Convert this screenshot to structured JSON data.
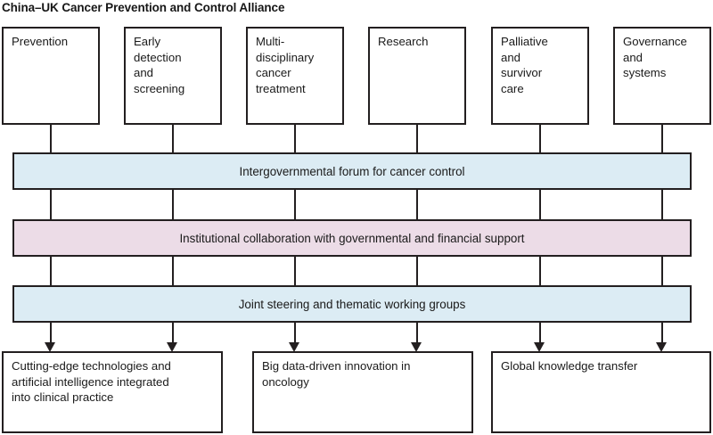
{
  "figure": {
    "title": "China–UK Cancer Prevention and Control Alliance",
    "type": "flow-diagram",
    "colors": {
      "bar_blue": "#dcecf4",
      "bar_pink": "#ecdce7",
      "outline": "#231f20",
      "background": "#ffffff",
      "text": "#1a1a1a"
    }
  },
  "pillars": {
    "label": "Top-level alliance pillars",
    "items": [
      {
        "id": "prevention",
        "text": "Prevention"
      },
      {
        "id": "early-detection",
        "text": "Early\ndetection\nand\nscreening"
      },
      {
        "id": "mdt-treatment",
        "text": "Multi-\ndisciplinary\ncancer\ntreatment"
      },
      {
        "id": "research",
        "text": "Research"
      },
      {
        "id": "palliative-care",
        "text": "Palliative\nand\nsurvivor\ncare"
      },
      {
        "id": "governance",
        "text": "Governance\nand\nsystems"
      }
    ]
  },
  "mechanisms": {
    "label": "Shared delivery mechanisms",
    "items": [
      {
        "id": "intergov-forum",
        "text": "Intergovernmental forum for cancer control",
        "color": "blue"
      },
      {
        "id": "institutional-collab",
        "text": "Institutional collaboration with governmental and financial support",
        "color": "pink"
      },
      {
        "id": "joint-steering",
        "text": "Joint steering and thematic working groups",
        "color": "blue"
      }
    ]
  },
  "outcomes": {
    "label": "Expected outputs",
    "items": [
      {
        "id": "ai-clinical-practice",
        "text": "Cutting-edge technologies and\nartificial intelligence integrated\ninto clinical practice"
      },
      {
        "id": "big-data-oncology",
        "text": "Big data-driven innovation in\noncology"
      },
      {
        "id": "knowledge-transfer",
        "text": "Global knowledge transfer"
      }
    ]
  }
}
